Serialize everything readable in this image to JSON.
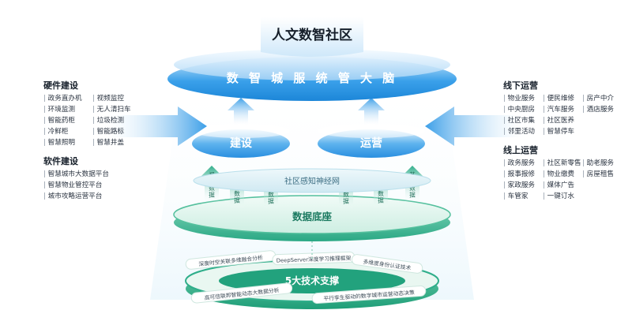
{
  "top_title": "人文数智社区",
  "brain_label": "数 智 城 服 统 管 大 脑",
  "build_label": "建设",
  "ops_label": "运营",
  "nerve_label": "社区感知神经网",
  "data_base_label": "数据底座",
  "data_tags": [
    "视频数据",
    "物联数据",
    "政务数据",
    "社会数据",
    "调研数据",
    "其它数据"
  ],
  "tech_title": "5大技术支撑",
  "tech_items": [
    "深度时空关联多维融合分析",
    "DeepServer深度学习推理框架",
    "多维度身份认证技术",
    "高可信联邦智能动态大数据分析",
    "平行孪生驱动的数字城市运营动态决策"
  ],
  "left": {
    "hardware_title": "硬件建设",
    "hardware_items": [
      "政务直办机",
      "视频监控",
      "环境监测",
      "无人清扫车",
      "智能药柜",
      "垃圾检测",
      "冷鲜柜",
      "智能路标",
      "智慧照明",
      "智慧井盖"
    ],
    "software_title": "软件建设",
    "software_items": [
      "智慧城市大数据平台",
      "智慧物业管控平台",
      "城市攻略运营平台"
    ]
  },
  "right": {
    "offline_title": "线下运营",
    "offline_items": [
      "物业服务",
      "便民维修",
      "房产中介",
      "中央厨房",
      "汽车服务",
      "酒店服务",
      "社区市集",
      "社区医养",
      "",
      "邻里活动",
      "智慧停车",
      ""
    ],
    "online_title": "线上运营",
    "online_items": [
      "政务服务",
      "社区新零售",
      "助老服务",
      "报事报修",
      "物业缴费",
      "房屋租售",
      "家政服务",
      "媒体广告",
      "",
      "车管家",
      "一键订水",
      ""
    ]
  },
  "colors": {
    "blue_main": "#2d97e6",
    "blue_light": "#dff0fc",
    "green_main": "#2db08c",
    "green_light": "#dcf3ec",
    "text_dark": "#17202b"
  }
}
